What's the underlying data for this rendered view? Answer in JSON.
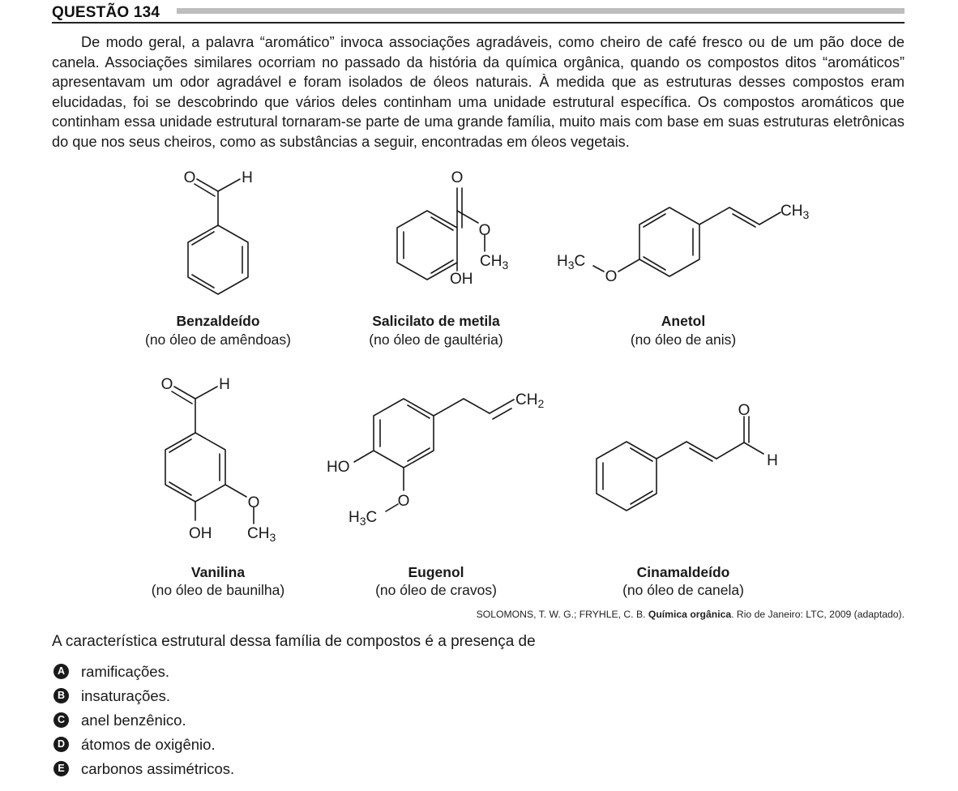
{
  "question": {
    "title": "QUESTÃO 134"
  },
  "passage": "De modo geral, a palavra “aromático” invoca associações agradáveis, como cheiro de café fresco ou de um pão doce de canela. Associações similares ocorriam no passado da história da química orgânica, quando os compostos ditos “aromáticos” apresentavam um odor agradável e foram isolados de óleos naturais. À medida que as estruturas desses compostos eram elucidadas, foi se descobrindo que vários deles continham uma unidade estrutural específica. Os compostos aromáticos que continham essa unidade estrutural tornaram-se parte de uma grande família, muito mais com base em suas estruturas eletrônicas do que nos seus cheiros, como as substâncias a seguir, encontradas em óleos vegetais.",
  "molecules": [
    {
      "name": "Benzaldeído",
      "source": "(no óleo de amêndoas)",
      "labels": {
        "o": "O",
        "h": "H"
      }
    },
    {
      "name": "Salicilato de metila",
      "source": "(no óleo de gaultéria)",
      "labels": {
        "o1": "O",
        "o2": "O",
        "ch3": "CH3",
        "oh": "OH"
      }
    },
    {
      "name": "Anetol",
      "source": "(no óleo de anis)",
      "labels": {
        "ch3": "CH3",
        "h3c": "H3C",
        "o": "O"
      }
    },
    {
      "name": "Vanilina",
      "source": "(no óleo de baunilha)",
      "labels": {
        "o1": "O",
        "h": "H",
        "o2": "O",
        "oh": "OH",
        "ch3": "CH3"
      }
    },
    {
      "name": "Eugenol",
      "source": "(no óleo de cravos)",
      "labels": {
        "ch2": "CH2",
        "ho": "HO",
        "o": "O",
        "h3c": "H3C"
      }
    },
    {
      "name": "Cinamaldeído",
      "source": "(no óleo de canela)",
      "labels": {
        "o": "O",
        "h": "H"
      }
    }
  ],
  "citation": {
    "authors": "SOLOMONS, T. W. G.; FRYHLE, C. B. ",
    "book": "Química orgânica",
    "rest": ". Rio de Janeiro: LTC, 2009 (adaptado)."
  },
  "stem": "A característica estrutural dessa família de compostos é a presença de",
  "options": [
    {
      "letter": "A",
      "text": "ramificações."
    },
    {
      "letter": "B",
      "text": "insaturações."
    },
    {
      "letter": "C",
      "text": "anel benzênico."
    },
    {
      "letter": "D",
      "text": "átomos de oxigênio."
    },
    {
      "letter": "E",
      "text": "carbonos assimétricos."
    }
  ]
}
